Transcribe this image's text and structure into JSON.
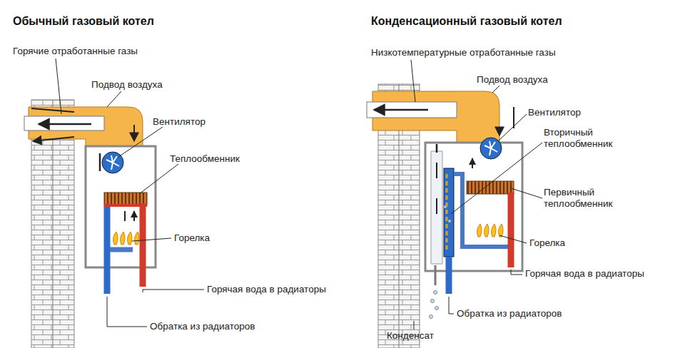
{
  "diagram": {
    "labels": [
      "Обычный газовый котел",
      "Конденсационный газовый котел",
      "Горячие отработанные газы",
      "Низкотемпературные отработанные газы",
      "Подвод воздуха",
      "Подвод воздуха",
      "Вентилятор",
      "Вентилятор",
      "Вторичный теплообменник",
      "Теплообменник",
      "Первичный теплообменник",
      "Горелка",
      "Горелка",
      "Горячая вода в радиаторы",
      "Горячая вода в радиаторы",
      "Обратка из радиаторов",
      "Обратка из радиаторов",
      "Конденсат"
    ]
  }
}
